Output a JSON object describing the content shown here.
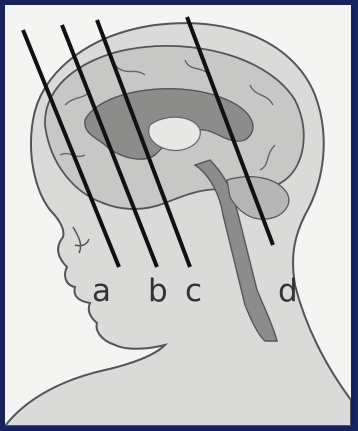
{
  "diagram": {
    "labels": [
      "a",
      "b",
      "c",
      "d"
    ],
    "colors": {
      "frame": "#12205a",
      "background": "#f4f4f2",
      "head_fill": "#dadad8",
      "brain_fill": "#c7c7c5",
      "deep_structures": "#8c8c8a",
      "cut_lines": "#111111",
      "outline": "#555555"
    }
  }
}
